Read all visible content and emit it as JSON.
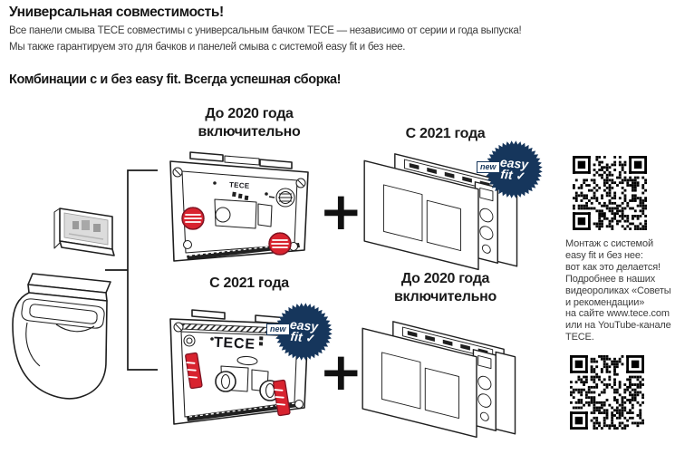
{
  "header": {
    "title": "Универсальная совместимость!",
    "line1": "Все панели смыва TECE совместимы с универсальным бачком TECE — независимо от серии и года выпуска!",
    "line2": "Мы также гарантируем это для бачков и панелей смыва с системой easy fit и без нее.",
    "subtitle": "Комбинации с и без easy fit. Всегда успешная сборка!"
  },
  "diagram": {
    "row1": {
      "module_label_line1": "До 2020 года",
      "module_label_line2": "включительно",
      "panel_label": "С 2021 года",
      "plus": "+"
    },
    "row2": {
      "module_label": "С 2021 года",
      "panel_label_line1": "До 2020 года",
      "panel_label_line2": "включительно",
      "plus": "+"
    },
    "badge": {
      "new_label": "new",
      "word1": "easy",
      "word2": "fit",
      "check": "✓"
    },
    "module_brand": "TECE",
    "colors": {
      "accent_red": "#d8232f",
      "badge_navy": "#16365c",
      "ink": "#1a1a1a"
    }
  },
  "sidebar": {
    "lines": [
      "Монтаж с системой",
      "easy fit и без нее:",
      "вот как это делается!",
      "Подробнее в наших",
      "видеороликах «Советы",
      "и рекомендации»",
      "на сайте www.tece.com",
      "или на YouTube-канале",
      "TECE."
    ]
  },
  "icons": {
    "qr_top": "qr-code",
    "qr_bottom": "qr-code"
  }
}
